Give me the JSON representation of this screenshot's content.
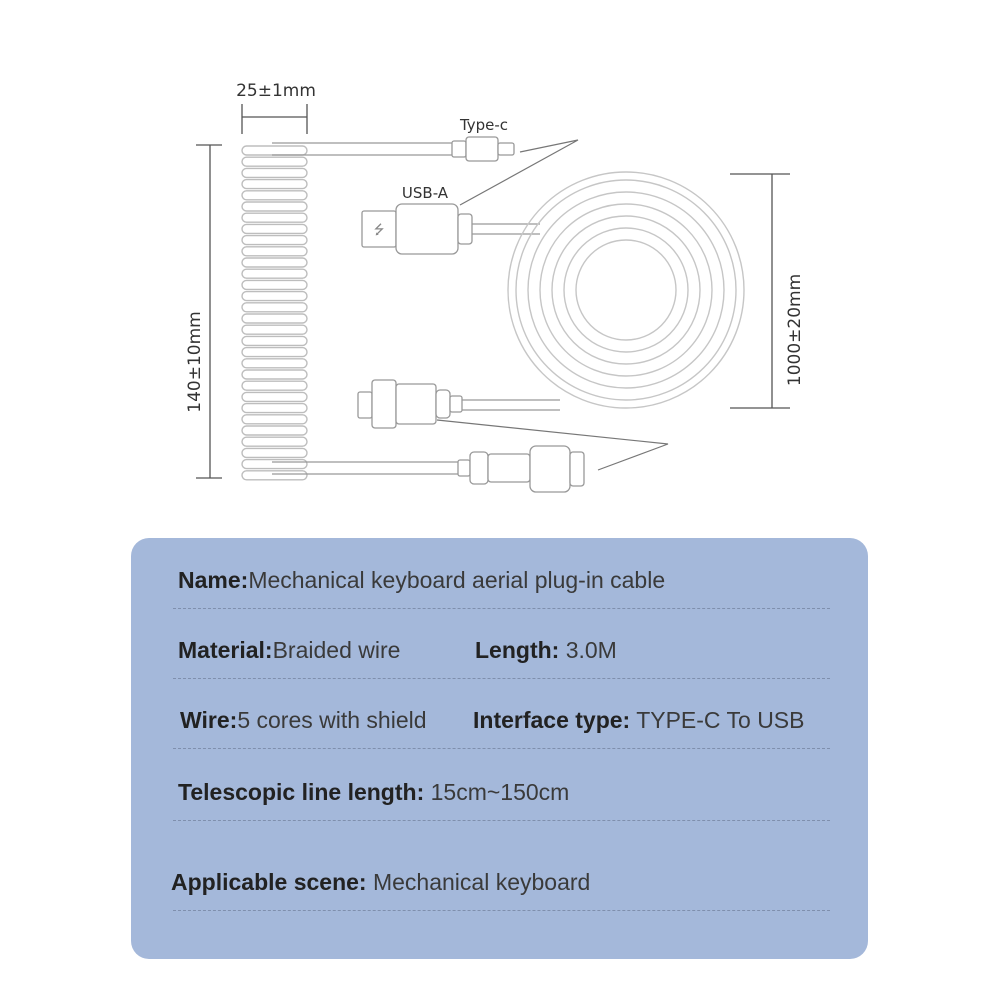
{
  "diagram": {
    "coil_width": "25±1mm",
    "coil_length": "140±10mm",
    "loop_diameter": "1000±20mm",
    "connector_typec": "Type-c",
    "connector_usba": "USB-A"
  },
  "specs": {
    "name": {
      "label": "Name:",
      "value": "Mechanical keyboard aerial plug-in cable"
    },
    "material": {
      "label": "Material:",
      "value": "Braided wire"
    },
    "length": {
      "label": "Length:",
      "value": " 3.0M"
    },
    "wire": {
      "label": "Wire:",
      "value": "5 cores with shield"
    },
    "interface": {
      "label": "Interface type:",
      "value": " TYPE-C To USB"
    },
    "telescopic": {
      "label": "Telescopic line length:",
      "value": " 15cm~150cm"
    },
    "scene": {
      "label": "Applicable scene:",
      "value": " Mechanical keyboard"
    }
  },
  "colors": {
    "panel": "#a4b8da",
    "line": "#8a8a8a",
    "text": "#333333"
  }
}
